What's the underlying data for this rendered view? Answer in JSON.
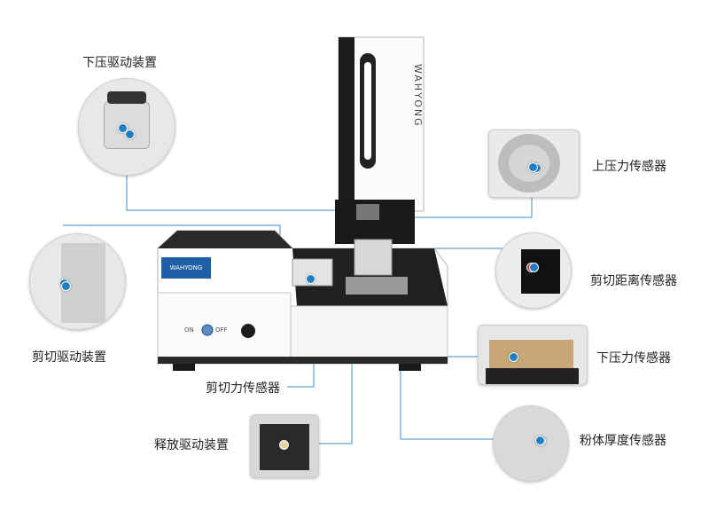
{
  "brand": "WAHYONG",
  "badge": "WAHYONG",
  "panel": {
    "on": "ON",
    "off": "OFF"
  },
  "labels": {
    "press_drive": "下压驱动装置",
    "upper_sensor": "上压力传感器",
    "shear_distance": "剪切距离传感器",
    "lower_sensor": "下压力传感器",
    "powder_thickness": "粉体厚度传感器",
    "shear_drive": "剪切驱动装置",
    "shear_force": "剪切力传感器",
    "release_drive": "释放驱动装置"
  },
  "colors": {
    "accent": "#1f7fc2",
    "line": "#3a8fd0"
  }
}
